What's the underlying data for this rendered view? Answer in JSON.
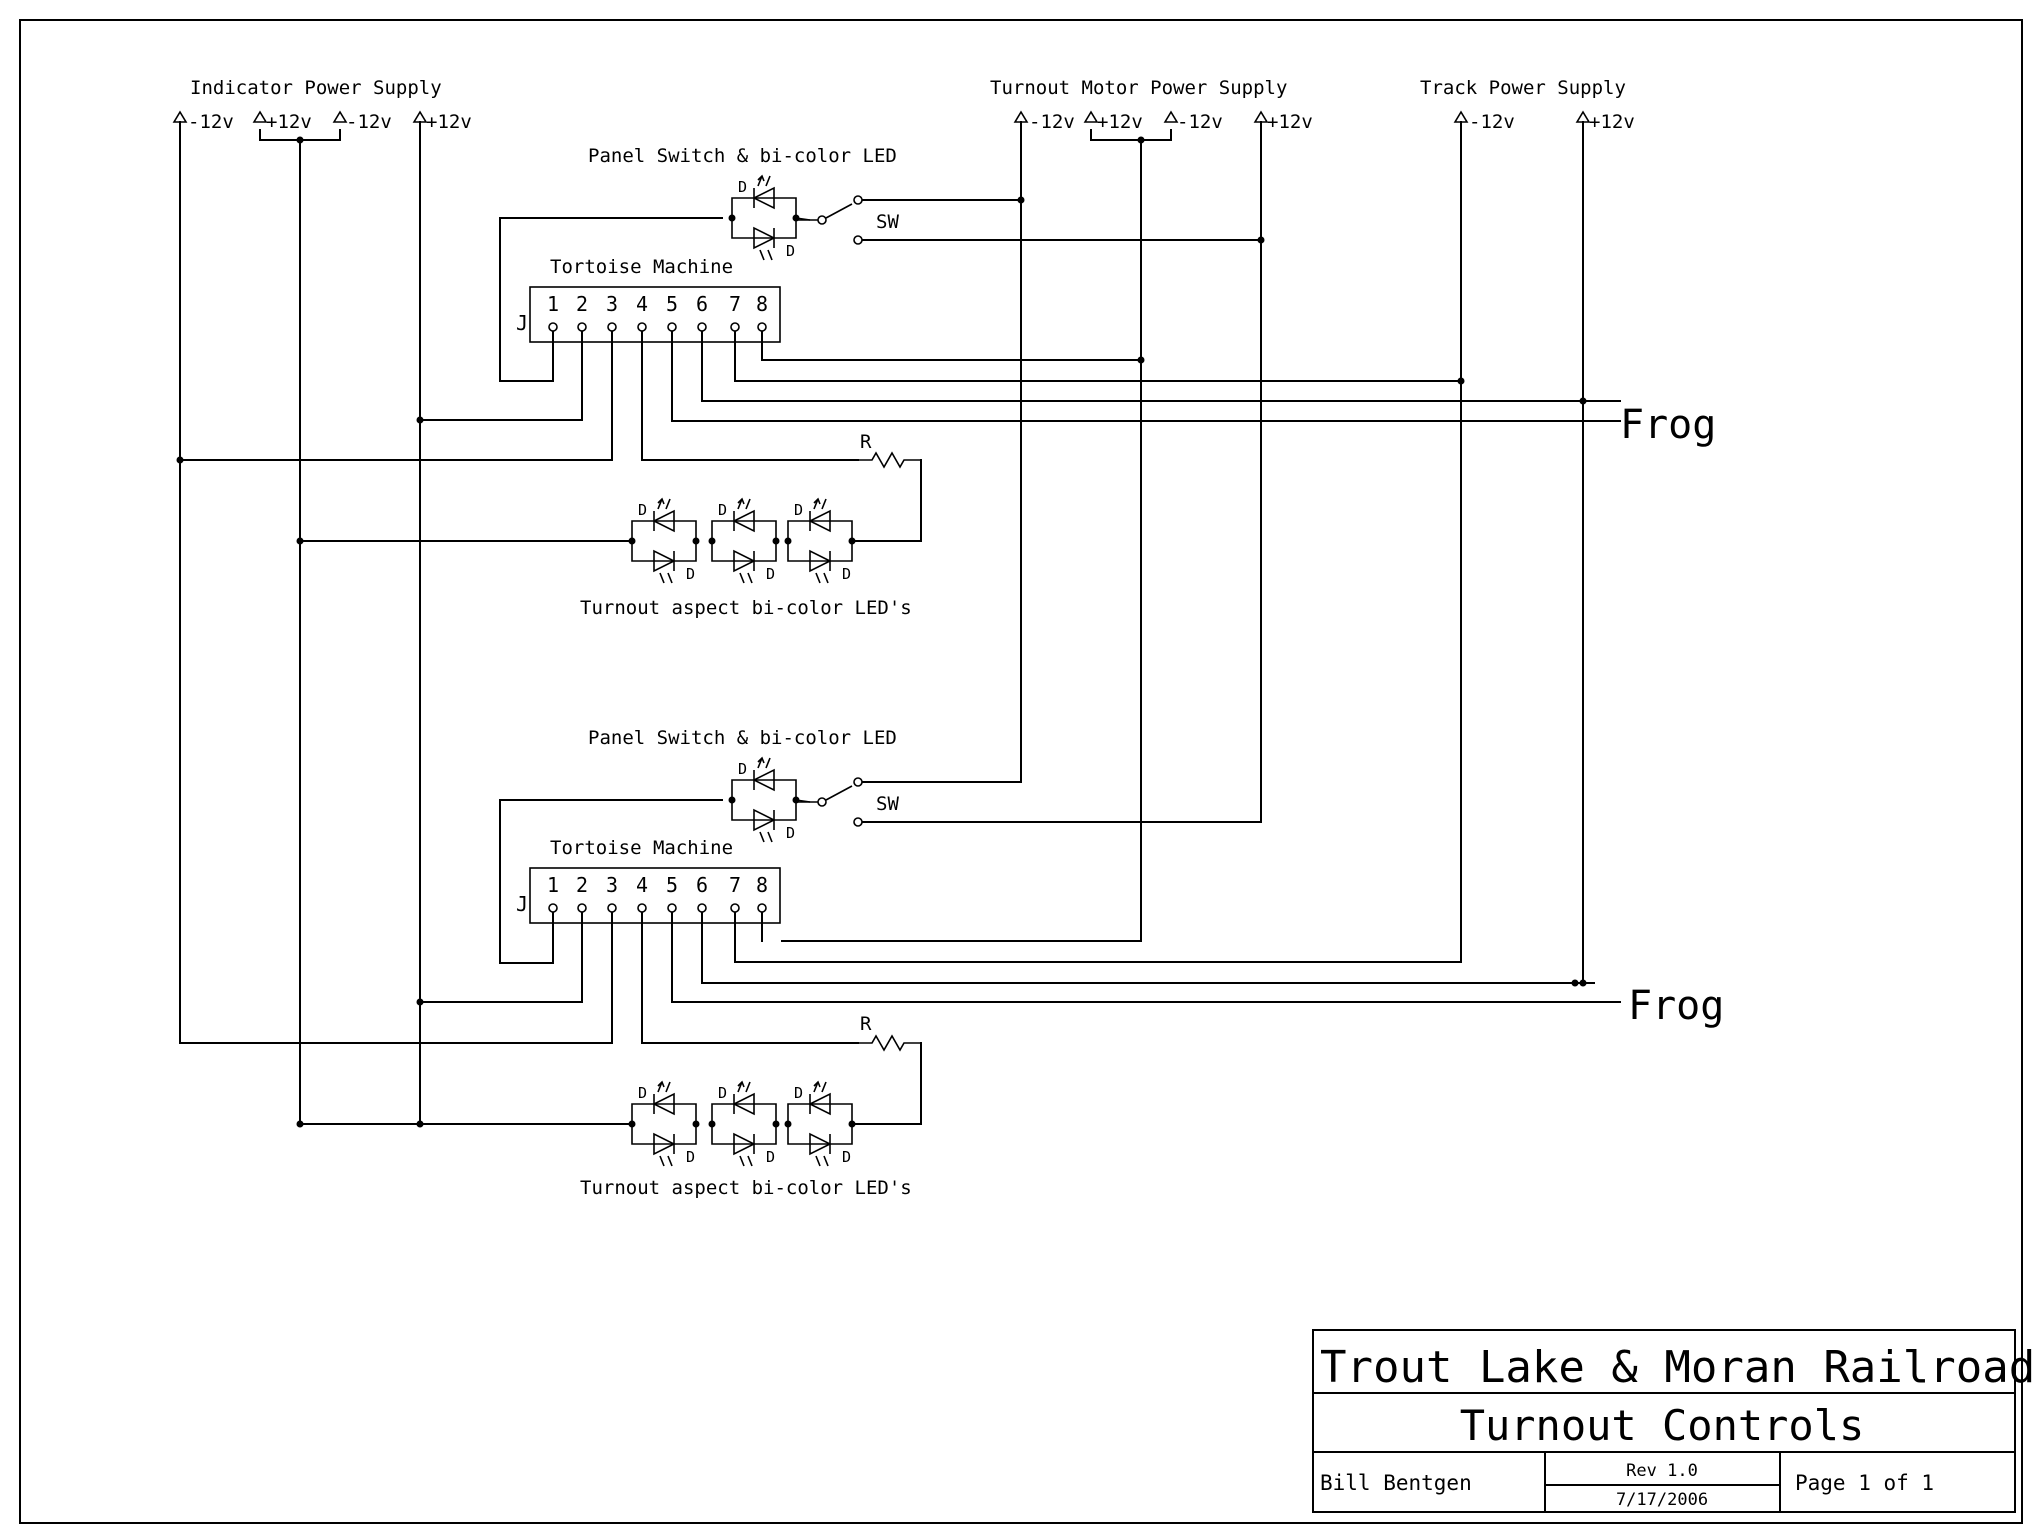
{
  "supplies": {
    "indicator": {
      "title": "Indicator Power Supply",
      "terminals": [
        "-12v",
        "+12v",
        "-12v",
        "+12v"
      ]
    },
    "motor": {
      "title": "Turnout Motor Power Supply",
      "terminals": [
        "-12v",
        "+12v",
        "-12v",
        "+12v"
      ]
    },
    "track": {
      "title": "Track Power Supply",
      "terminals": [
        "-12v",
        "+12v"
      ]
    }
  },
  "circuits": [
    {
      "panel_label": "Panel Switch & bi-color LED",
      "switch_label": "SW",
      "machine_label": "Tortoise Machine",
      "connector_label": "J",
      "pins": [
        "1",
        "2",
        "3",
        "4",
        "5",
        "6",
        "7",
        "8"
      ],
      "resistor_label": "R",
      "leds_label": "Turnout aspect bi-color LED's",
      "frog_label": "Frog"
    },
    {
      "panel_label": "Panel Switch & bi-color LED",
      "switch_label": "SW",
      "machine_label": "Tortoise Machine",
      "connector_label": "J",
      "pins": [
        "1",
        "2",
        "3",
        "4",
        "5",
        "6",
        "7",
        "8"
      ],
      "resistor_label": "R",
      "leds_label": "Turnout aspect bi-color LED's",
      "frog_label": "Frog"
    }
  ],
  "diode_label": "D",
  "title_block": {
    "company": "Trout Lake & Moran Railroad",
    "drawing_title": "Turnout Controls",
    "author": "Bill Bentgen",
    "revision": "Rev 1.0",
    "date": "7/17/2006",
    "page": "Page 1 of 1"
  }
}
